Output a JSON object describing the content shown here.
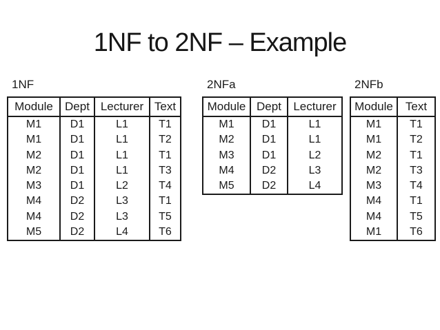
{
  "slide": {
    "title": "1NF to 2NF – Example",
    "background_color": "#ffffff",
    "text_color": "#1a1a1a",
    "border_color": "#1a1a1a"
  },
  "tables": [
    {
      "label": "1NF",
      "headers": [
        "Module",
        "Dept",
        "Lecturer",
        "Text"
      ],
      "rows": [
        [
          "M1",
          "D1",
          "L1",
          "T1"
        ],
        [
          "M1",
          "D1",
          "L1",
          "T2"
        ],
        [
          "M2",
          "D1",
          "L1",
          "T1"
        ],
        [
          "M2",
          "D1",
          "L1",
          "T3"
        ],
        [
          "M3",
          "D1",
          "L2",
          "T4"
        ],
        [
          "M4",
          "D2",
          "L3",
          "T1"
        ],
        [
          "M4",
          "D2",
          "L3",
          "T5"
        ],
        [
          "M5",
          "D2",
          "L4",
          "T6"
        ]
      ]
    },
    {
      "label": "2NFa",
      "headers": [
        "Module",
        "Dept",
        "Lecturer"
      ],
      "rows": [
        [
          "M1",
          "D1",
          "L1"
        ],
        [
          "M2",
          "D1",
          "L1"
        ],
        [
          "M3",
          "D1",
          "L2"
        ],
        [
          "M4",
          "D2",
          "L3"
        ],
        [
          "M5",
          "D2",
          "L4"
        ]
      ]
    },
    {
      "label": "2NFb",
      "headers": [
        "Module",
        "Text"
      ],
      "rows": [
        [
          "M1",
          "T1"
        ],
        [
          "M1",
          "T2"
        ],
        [
          "M2",
          "T1"
        ],
        [
          "M2",
          "T3"
        ],
        [
          "M3",
          "T4"
        ],
        [
          "M4",
          "T1"
        ],
        [
          "M4",
          "T5"
        ],
        [
          "M1",
          "T6"
        ]
      ]
    }
  ]
}
